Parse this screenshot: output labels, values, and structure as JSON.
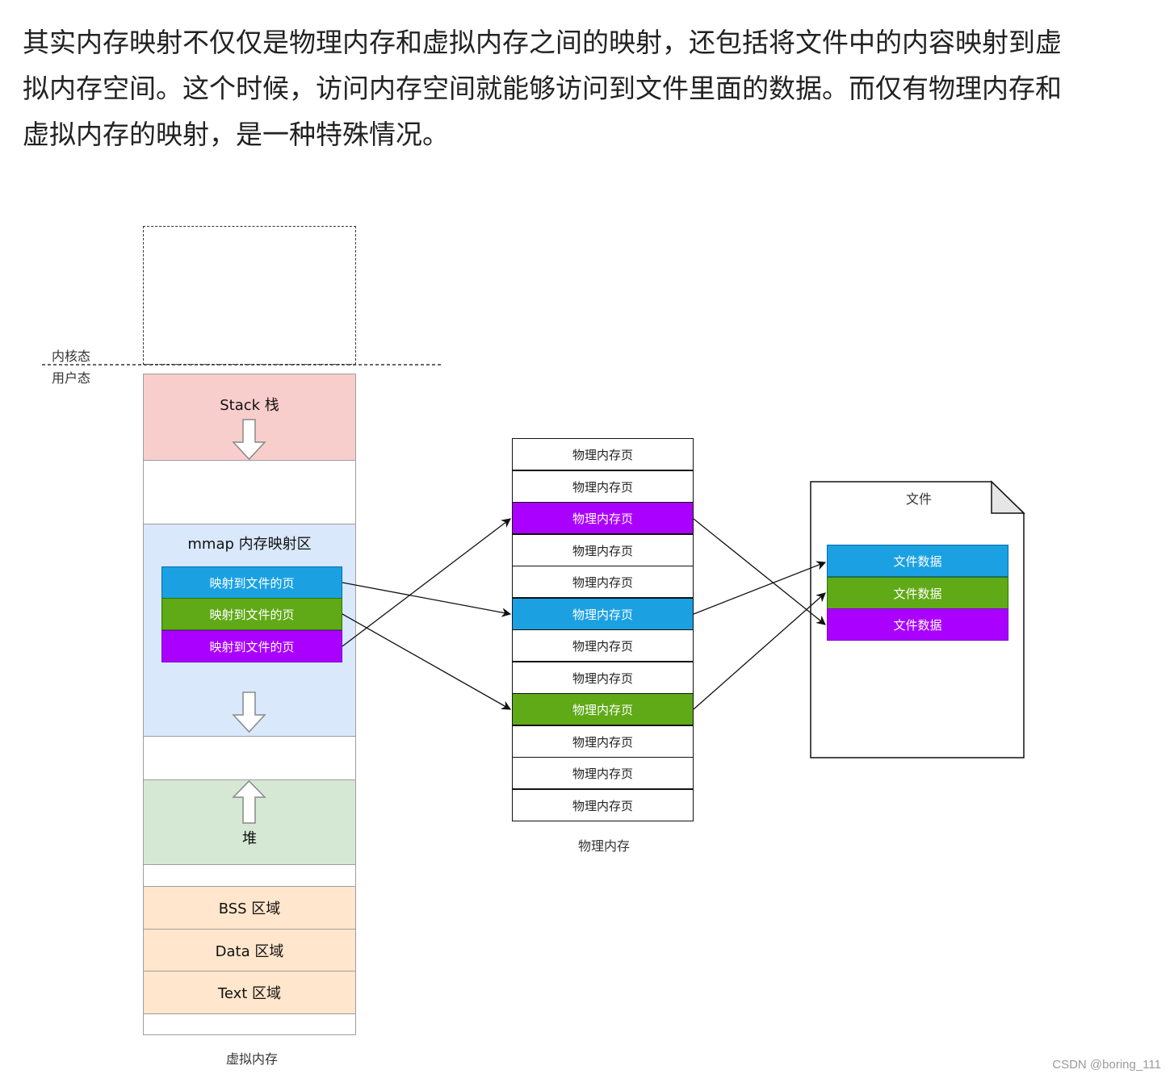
{
  "paragraph": "其实内存映射不仅仅是物理内存和虚拟内存之间的映射，还包括将文件中的内容映射到虚拟内存空间。这个时候，访问内存空间就能够访问到文件里面的数据。而仅有物理内存和虚拟内存的映射，是一种特殊情况。",
  "virtual_memory": {
    "kernel_label": "内核态",
    "user_label": "用户态",
    "stack_label": "Stack 栈",
    "mmap_label": "mmap 内存映射区",
    "mapped_pages": [
      "映射到文件的页",
      "映射到文件的页",
      "映射到文件的页"
    ],
    "heap_label": "堆",
    "bss_label": "BSS 区域",
    "data_label": "Data 区域",
    "text_label": "Text 区域",
    "caption": "虚拟内存"
  },
  "physical_memory": {
    "pages": [
      "物理内存页",
      "物理内存页",
      "物理内存页",
      "物理内存页",
      "物理内存页",
      "物理内存页",
      "物理内存页",
      "物理内存页",
      "物理内存页",
      "物理内存页",
      "物理内存页",
      "物理内存页"
    ],
    "caption": "物理内存"
  },
  "file": {
    "title": "文件",
    "data": [
      "文件数据",
      "文件数据",
      "文件数据"
    ]
  },
  "colors": {
    "blue": "#1ba1e2",
    "green": "#60a917",
    "purple": "#aa00ff",
    "stack": "#f8cecc",
    "mmap": "#dae8fc",
    "heap": "#d5e8d4",
    "segments": "#ffe6cc"
  },
  "watermark": "CSDN @boring_111"
}
